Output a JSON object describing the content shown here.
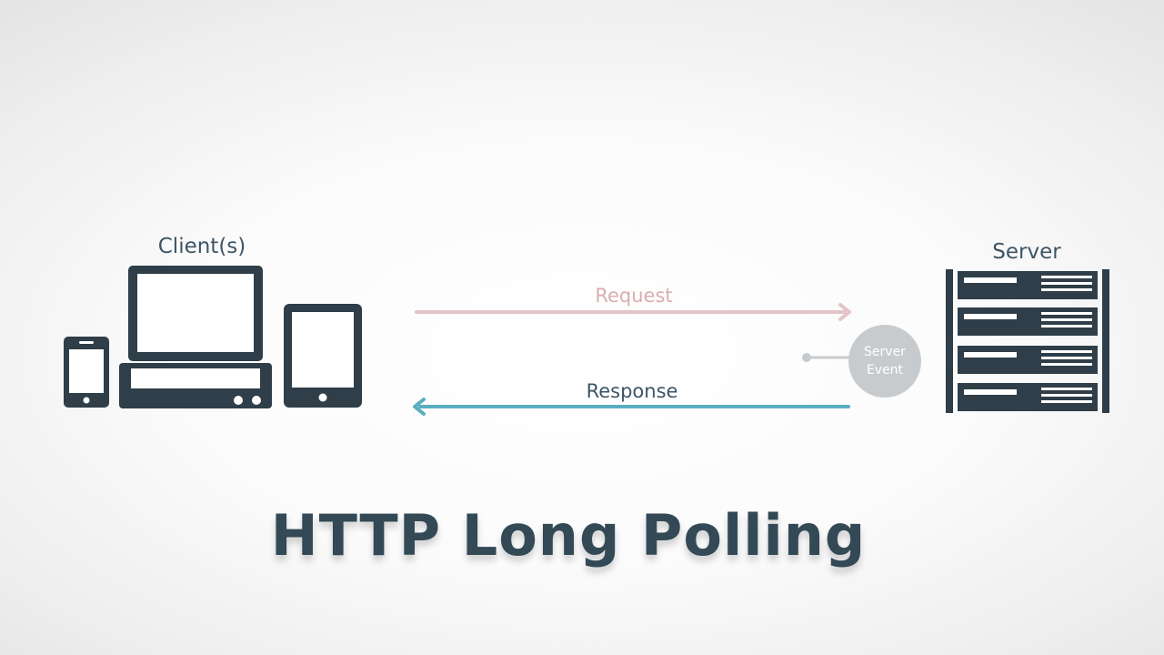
{
  "diagram": {
    "title": "HTTP Long Polling",
    "client_label": "Client(s)",
    "server_label": "Server",
    "request_label": "Request",
    "response_label": "Response",
    "server_event": [
      "Server",
      "Event"
    ]
  },
  "colors": {
    "icon": "#2f3e48",
    "request_arrow": "#e3c4c8",
    "response_arrow": "#5aaec0",
    "event_bubble": "#c8cbcd",
    "title": "#334956"
  },
  "icons": [
    "phone-icon",
    "laptop-icon",
    "tablet-icon",
    "server-rack-icon"
  ]
}
